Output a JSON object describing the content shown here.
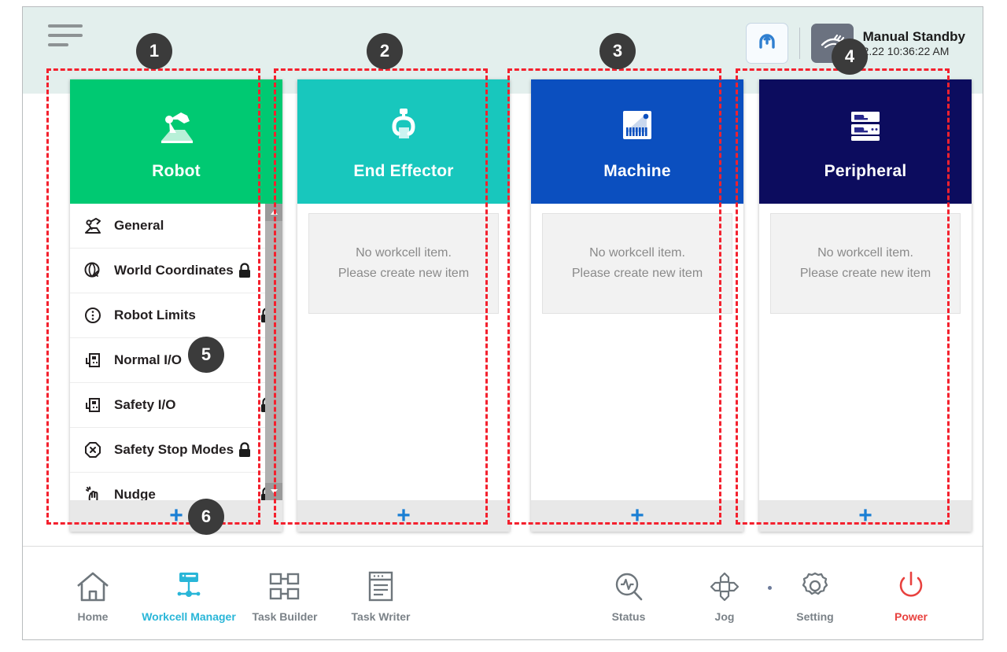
{
  "header": {
    "menu_icon": "hamburger-menu-icon",
    "reset_icon": "robot-reset-icon",
    "mode_icon": "manual-hand-icon",
    "status_title": "Manual Standby",
    "status_time": "2.22 10:36:22 AM"
  },
  "cards": [
    {
      "id": "robot",
      "title": "Robot",
      "icon": "robot-arm-icon",
      "color": "#00c972",
      "empty": false,
      "add_label": "+"
    },
    {
      "id": "end-effector",
      "title": "End Effector",
      "icon": "gripper-icon",
      "color": "#18c7bd",
      "empty": true,
      "empty_line1": "No workcell item.",
      "empty_line2": "Please create new item",
      "add_label": "+"
    },
    {
      "id": "machine",
      "title": "Machine",
      "icon": "machine-icon",
      "color": "#0b4fbf",
      "empty": true,
      "empty_line1": "No workcell item.",
      "empty_line2": "Please create new item",
      "add_label": "+"
    },
    {
      "id": "peripheral",
      "title": "Peripheral",
      "icon": "server-rack-icon",
      "color": "#0c0c5e",
      "empty": true,
      "empty_line1": "No workcell item.",
      "empty_line2": "Please create new item",
      "add_label": "+"
    }
  ],
  "robot_list": [
    {
      "label": "General",
      "icon": "robot-arm-icon",
      "locked": false,
      "lock_tight": false
    },
    {
      "label": "World Coordinates",
      "icon": "globe-axis-icon",
      "locked": true,
      "lock_tight": true
    },
    {
      "label": "Robot Limits",
      "icon": "limits-circle-icon",
      "locked": true,
      "lock_tight": false
    },
    {
      "label": "Normal I/O",
      "icon": "io-port-icon",
      "locked": false,
      "lock_tight": false
    },
    {
      "label": "Safety I/O",
      "icon": "io-port-icon",
      "locked": true,
      "lock_tight": false
    },
    {
      "label": "Safety Stop Modes",
      "icon": "stop-octagon-icon",
      "locked": true,
      "lock_tight": true
    },
    {
      "label": "Nudge",
      "icon": "nudge-hand-icon",
      "locked": true,
      "lock_tight": false
    }
  ],
  "nav_left": [
    {
      "label": "Home",
      "icon": "home-icon",
      "active": false
    },
    {
      "label": "Workcell Manager",
      "icon": "workcell-manager-icon",
      "active": true
    },
    {
      "label": "Task Builder",
      "icon": "task-builder-icon",
      "active": false
    },
    {
      "label": "Task Writer",
      "icon": "task-writer-icon",
      "active": false
    }
  ],
  "nav_right": [
    {
      "label": "Status",
      "icon": "status-scope-icon",
      "active": false
    },
    {
      "label": "Jog",
      "icon": "jog-pad-icon",
      "active": false
    },
    {
      "label": "Setting",
      "icon": "gear-icon",
      "active": false
    },
    {
      "label": "Power",
      "icon": "power-icon",
      "active": false
    }
  ],
  "annotations": [
    {
      "n": "1"
    },
    {
      "n": "2"
    },
    {
      "n": "3"
    },
    {
      "n": "4"
    },
    {
      "n": "5"
    },
    {
      "n": "6"
    }
  ],
  "colors": {
    "accent_blue": "#1a7fd4",
    "active_nav": "#29b6d8",
    "power_red": "#e8413e",
    "annotation_red": "#f4212e",
    "header_band": "#e3efed"
  }
}
